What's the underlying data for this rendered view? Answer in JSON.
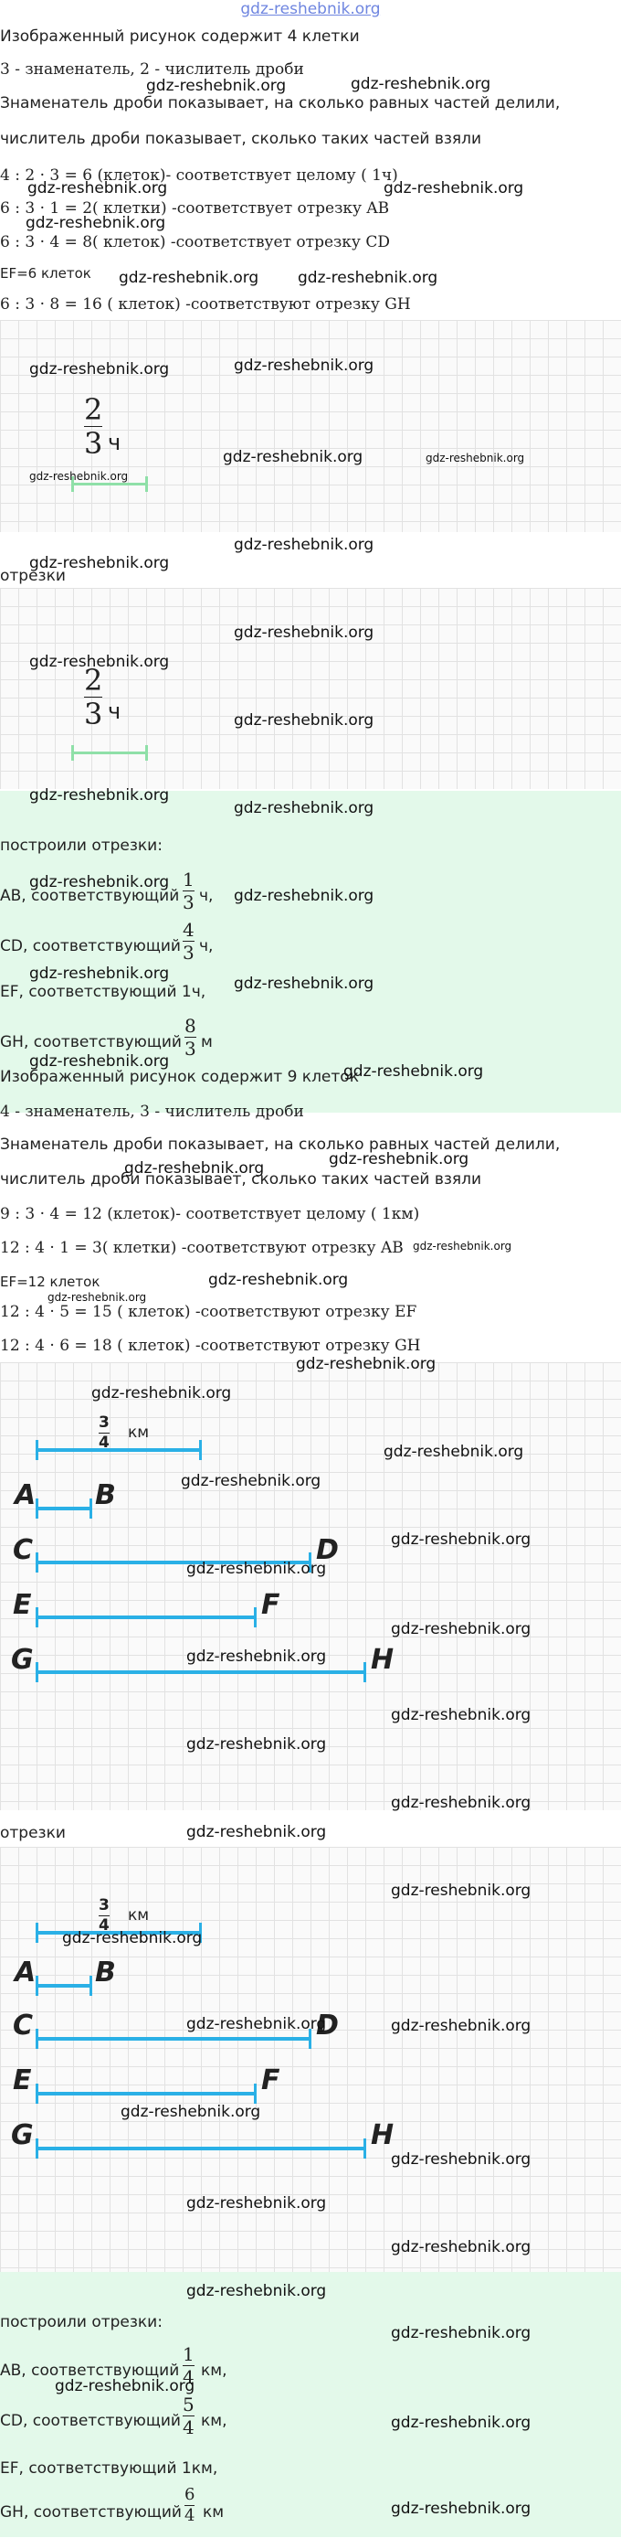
{
  "header": {
    "site": "gdz-reshebnik.org"
  },
  "watermark": "gdz-reshebnik.org",
  "part1": {
    "l1": "Изображенный рисунок содержит 4 клетки",
    "l2": "3 - знаменатель, 2 - числитель дроби",
    "l3": "Знаменатель дроби показывает, на сколько равных частей делили,",
    "l4": "числитель дроби показывает, сколько таких частей взяли",
    "l5": "4 : 2 · 3 = 6 (клеток)- соответствует целому ( 1ч)",
    "l6": "6 : 3 · 1 = 2( клетки) -соответствует отрезку AB",
    "l7": "6 : 3 · 4 = 8( клеток) -соответствует отрезку CD",
    "l8": "EF=6 клеток",
    "l9": "6 : 3 · 8 = 16 ( клеток) -соответствуют отрезку GH",
    "frac_num": "2",
    "frac_den": "3",
    "frac_unit": "ч",
    "segments_label": "отрезки",
    "built": "построили отрезки:",
    "r1_pre": "AB, соответствующий",
    "r1_num": "1",
    "r1_den": "3",
    "r1_unit": "ч,",
    "r2_pre": "CD, соответствующий",
    "r2_num": "4",
    "r2_den": "3",
    "r2_unit": "ч,",
    "r3": "EF, соответствующий 1ч,",
    "r4_pre": "GH, соответствующий",
    "r4_num": "8",
    "r4_den": "3",
    "r4_unit": "м"
  },
  "part2": {
    "l1": "Изображенный рисунок содержит 9 клеток",
    "l2": "4 - знаменатель, 3 - числитель дроби",
    "l3": "Знаменатель дроби показывает, на сколько равных частей делили,",
    "l4": "числитель дроби показывает, сколько таких частей взяли",
    "l5": "9 : 3 · 4 = 12 (клеток)- соответствует целому ( 1км)",
    "l6": "12 : 4 · 1 = 3( клетки) -соответствуют отрезку AB",
    "l7": "EF=12 клеток",
    "l8": "12 : 4 · 5 = 15 ( клеток) -соответствуют отрезку EF",
    "l9": "12 : 4 · 6 = 18 ( клеток) -соответствуют отрезку GH",
    "frac_num": "3",
    "frac_den": "4",
    "frac_unit": "км",
    "labels": {
      "a": "A",
      "b": "B",
      "c": "C",
      "d": "D",
      "e": "E",
      "f": "F",
      "g": "G",
      "h": "H"
    },
    "segments_label": "отрезки",
    "built": "построили отрезки:",
    "r1_pre": "AB, соответствующий",
    "r1_num": "1",
    "r1_den": "4",
    "r1_unit": "км,",
    "r2_pre": "CD, соответствующий",
    "r2_num": "5",
    "r2_den": "4",
    "r2_unit": "км,",
    "r3": "EF, соответствующий 1км,",
    "r4_pre": "GH, соответствующий",
    "r4_num": "6",
    "r4_den": "4",
    "r4_unit": "км"
  },
  "colors": {
    "segment": "#2ab0e6",
    "green_segment": "#8fe0a8",
    "green_bg": "#e3f9ea",
    "grid": "#e2e2e2"
  }
}
